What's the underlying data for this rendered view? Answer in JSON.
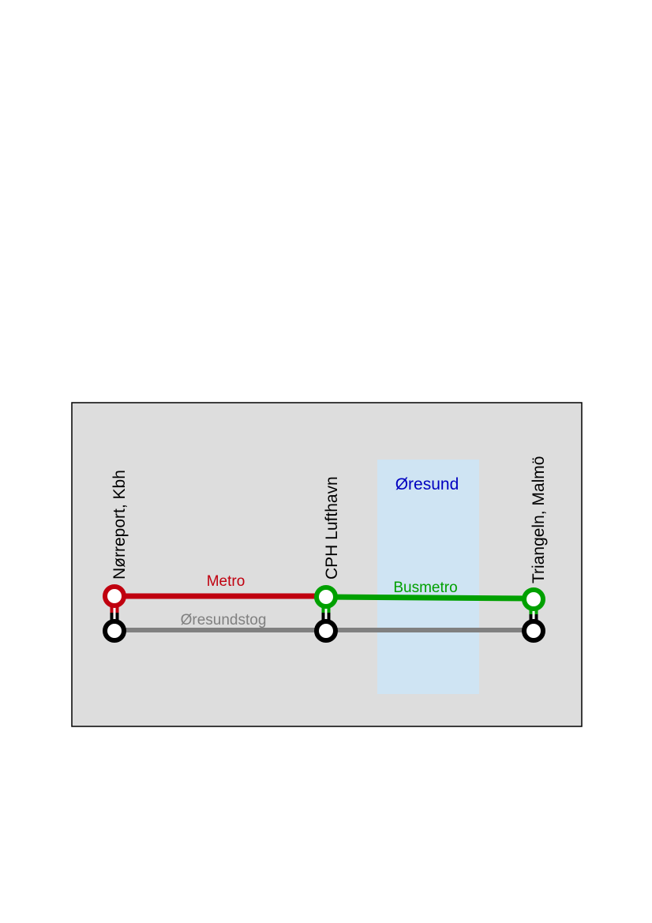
{
  "map": {
    "water_label": "Øresund",
    "lines": [
      {
        "label": "Metro",
        "color": "#c0000f"
      },
      {
        "label": "Busmetro",
        "color": "#00a000"
      },
      {
        "label": "Øresundstog",
        "color": "#808080"
      }
    ],
    "stations": [
      {
        "label": "Nørreport, Kbh"
      },
      {
        "label": "CPH Lufthavn"
      },
      {
        "label": "Triangeln, Malmö"
      }
    ],
    "colors": {
      "background": "#dddddd",
      "water": "#cfe4f3",
      "water_text": "#0000c0",
      "station_ring_lower": "#000000"
    }
  }
}
